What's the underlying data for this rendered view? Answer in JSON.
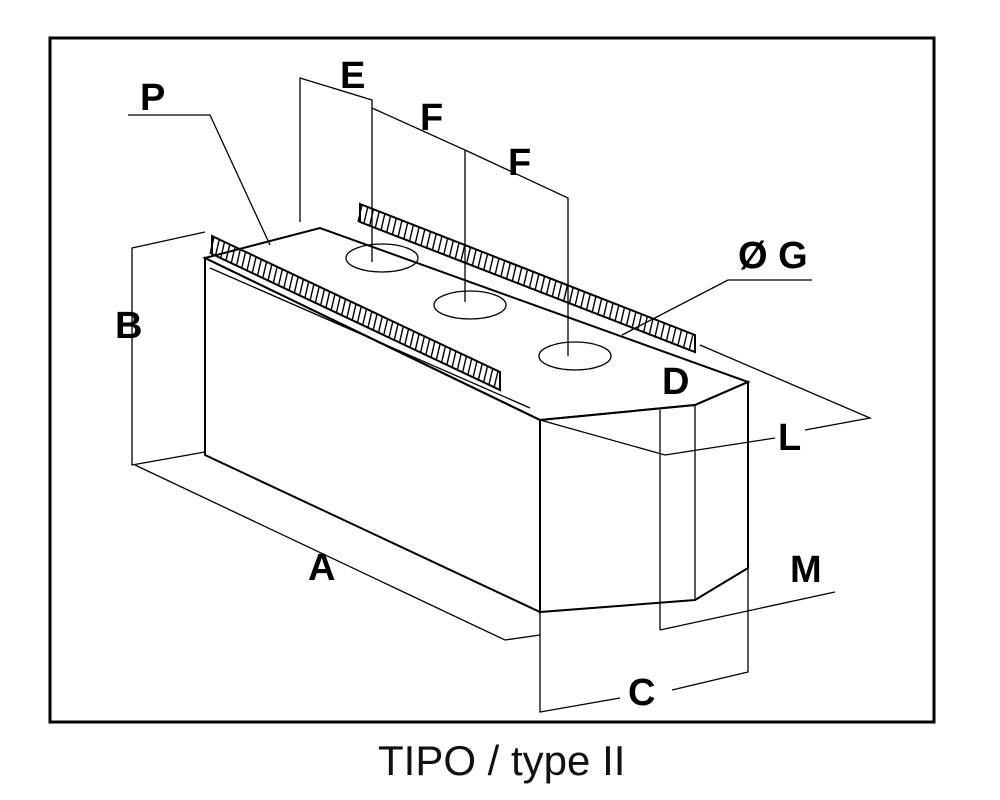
{
  "dimension_labels": {
    "A": "A",
    "B": "B",
    "C": "C",
    "D": "D",
    "E": "E",
    "F1": "F",
    "F2": "F",
    "G": "Ø G",
    "L": "L",
    "M": "M",
    "P": "P"
  },
  "caption": "TIPO / type  II",
  "colors": {
    "line": "#000000",
    "background": "#ffffff",
    "face": "#ffffff"
  }
}
